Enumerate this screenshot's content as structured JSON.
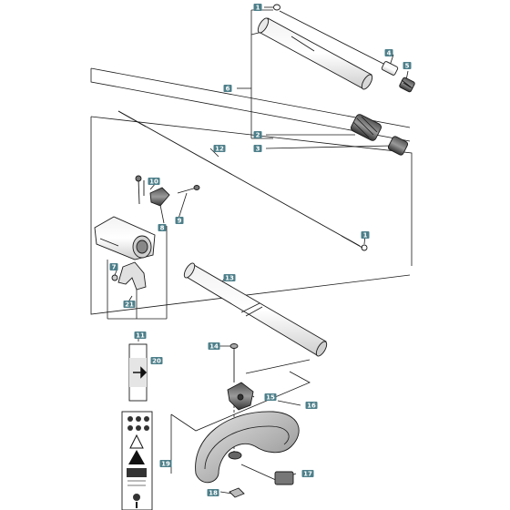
{
  "diagram": {
    "callout_color": "#4d7f8a",
    "line_color": "#1a1a1a",
    "callouts": [
      {
        "id": "c1a",
        "label": "1"
      },
      {
        "id": "c1b",
        "label": "1"
      },
      {
        "id": "c2",
        "label": "2"
      },
      {
        "id": "c3",
        "label": "3"
      },
      {
        "id": "c4",
        "label": "4"
      },
      {
        "id": "c5",
        "label": "5"
      },
      {
        "id": "c6",
        "label": "6"
      },
      {
        "id": "c7",
        "label": "7"
      },
      {
        "id": "c8",
        "label": "8"
      },
      {
        "id": "c9",
        "label": "9"
      },
      {
        "id": "c10",
        "label": "10"
      },
      {
        "id": "c11",
        "label": "11"
      },
      {
        "id": "c12",
        "label": "12"
      },
      {
        "id": "c13",
        "label": "13"
      },
      {
        "id": "c14",
        "label": "14"
      },
      {
        "id": "c15",
        "label": "15"
      },
      {
        "id": "c16",
        "label": "16"
      },
      {
        "id": "c17",
        "label": "17"
      },
      {
        "id": "c18",
        "label": "18"
      },
      {
        "id": "c19",
        "label": "19"
      },
      {
        "id": "c20",
        "label": "20"
      },
      {
        "id": "c21",
        "label": "21"
      }
    ]
  }
}
